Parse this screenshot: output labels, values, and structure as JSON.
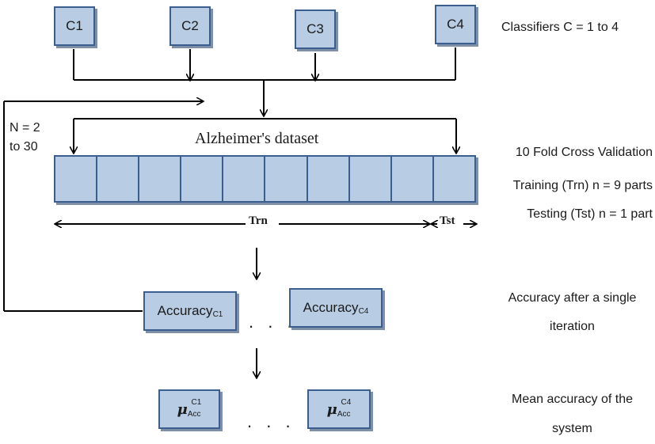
{
  "classifiers": [
    "C1",
    "C2",
    "C3",
    "C4"
  ],
  "labels": {
    "classifiers_caption": "Classifiers C = 1 to 4",
    "iterations": "N = 2\nto 30",
    "dataset": "Alzheimer's dataset",
    "cv_line1": "10 Fold Cross Validation",
    "cv_line2": "Training (Trn) n = 9 parts",
    "cv_line3": "Testing (Tst) n = 1 part",
    "trn": "Trn",
    "tst": "Tst",
    "acc_caption_1": "Accuracy after a single",
    "acc_caption_2": "iteration",
    "mean_caption_1": "Mean accuracy of the",
    "mean_caption_2": "system",
    "ellipsis": ". . ."
  },
  "accuracy": {
    "base": "Accuracy",
    "first_sub": "C1",
    "last_sub": "C4"
  },
  "mean": {
    "mu": "μ",
    "sub": "Acc",
    "first_sup": "C1",
    "last_sup": "C4"
  },
  "folds": 10,
  "colors": {
    "box_fill": "#b8cce4",
    "box_border": "#3a5f8f"
  }
}
